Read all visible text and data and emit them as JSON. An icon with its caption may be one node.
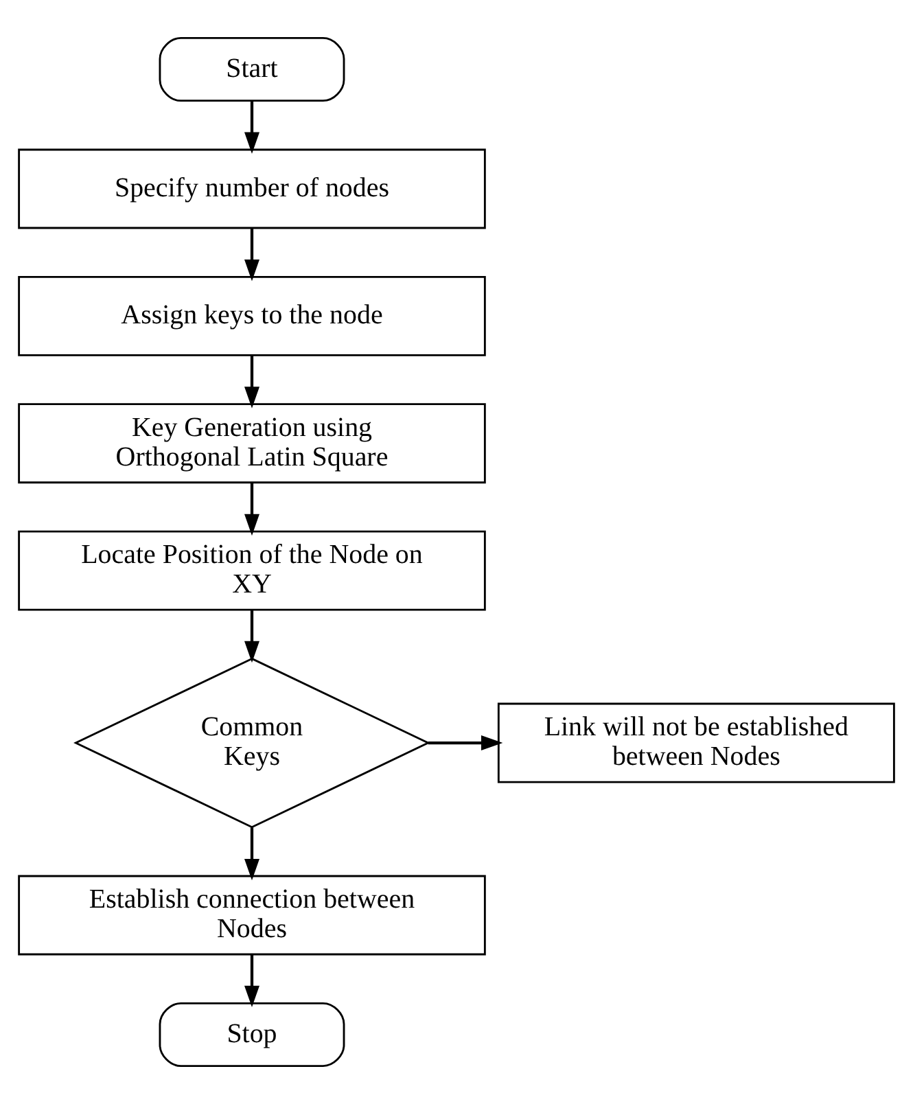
{
  "diagram": {
    "nodes": [
      {
        "text": [
          "Start"
        ]
      },
      {
        "text": [
          "Specify number of nodes"
        ]
      },
      {
        "text": [
          "Assign keys to the node"
        ]
      },
      {
        "text": [
          "Key Generation using Orthogonal Latin Square"
        ]
      },
      {
        "text": [
          "Locate Position of the Node on XY"
        ]
      },
      {
        "text": [
          "Common Keys"
        ]
      },
      {
        "text": [
          "Link will not be established between Nodes"
        ]
      },
      {
        "text": [
          "Establish connection between Nodes"
        ]
      },
      {
        "text": [
          "Stop"
        ]
      }
    ],
    "edges": [
      {
        "from": 0,
        "to": 1,
        "arrow": "to"
      },
      {
        "from": 1,
        "to": 2,
        "arrow": "to"
      },
      {
        "from": 2,
        "to": 3,
        "arrow": "to"
      },
      {
        "from": 3,
        "to": 4,
        "arrow": "to"
      },
      {
        "from": 4,
        "to": 5,
        "arrow": "to"
      },
      {
        "from": 5,
        "to": 6,
        "arrow": "to"
      },
      {
        "from": 5,
        "to": 7,
        "arrow": "to"
      },
      {
        "from": 7,
        "to": 8,
        "arrow": "to"
      }
    ]
  }
}
